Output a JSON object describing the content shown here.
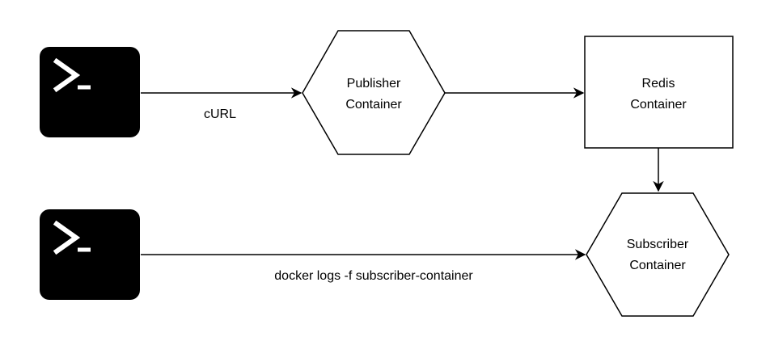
{
  "colors": {
    "terminal_bg": "#000000",
    "terminal_glyph": "#ffffff",
    "stroke": "#000000",
    "fill": "#ffffff"
  },
  "nodes": {
    "terminal_top": {
      "icon": "terminal-icon"
    },
    "terminal_bottom": {
      "icon": "terminal-icon"
    },
    "publisher": {
      "line1": "Publisher",
      "line2": "Container"
    },
    "redis": {
      "line1": "Redis",
      "line2": "Container"
    },
    "subscriber": {
      "line1": "Subscriber",
      "line2": "Container"
    }
  },
  "edges": {
    "curl": {
      "label": "cURL"
    },
    "logs": {
      "label": "docker logs -f subscriber-container"
    }
  }
}
